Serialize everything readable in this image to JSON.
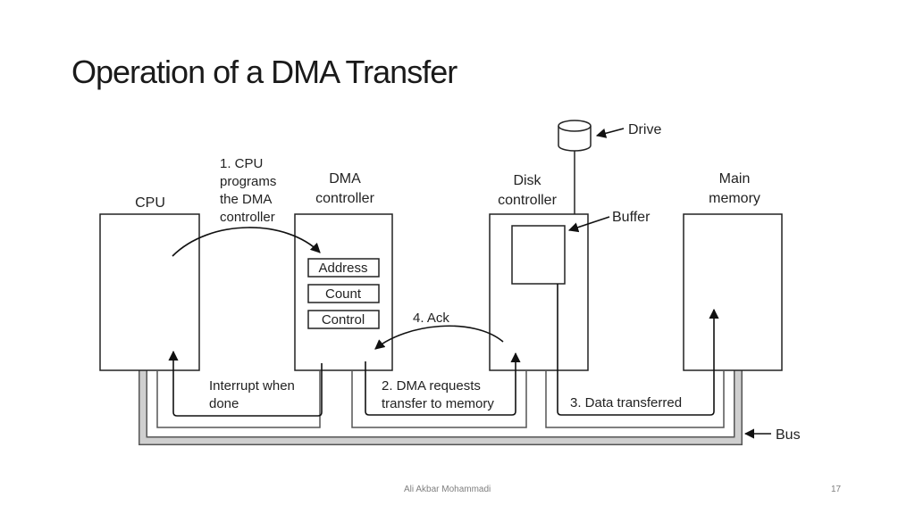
{
  "slide": {
    "title": "Operation of a DMA Transfer",
    "author": "Ali Akbar Mohammadi",
    "page_number": "17"
  },
  "diagram": {
    "cpu_label": "CPU",
    "dma_label": [
      "DMA",
      "controller"
    ],
    "disk_label": [
      "Disk",
      "controller"
    ],
    "memory_label": [
      "Main",
      "memory"
    ],
    "drive_label": "Drive",
    "buffer_label": "Buffer",
    "bus_label": "Bus",
    "registers": [
      "Address",
      "Count",
      "Control"
    ],
    "step1": [
      "1. CPU",
      "programs",
      "the DMA",
      "controller"
    ],
    "step2": [
      "2. DMA requests",
      "transfer to memory"
    ],
    "step3": "3. Data transferred",
    "step4": "4. Ack",
    "interrupt": [
      "Interrupt when",
      "done"
    ]
  }
}
